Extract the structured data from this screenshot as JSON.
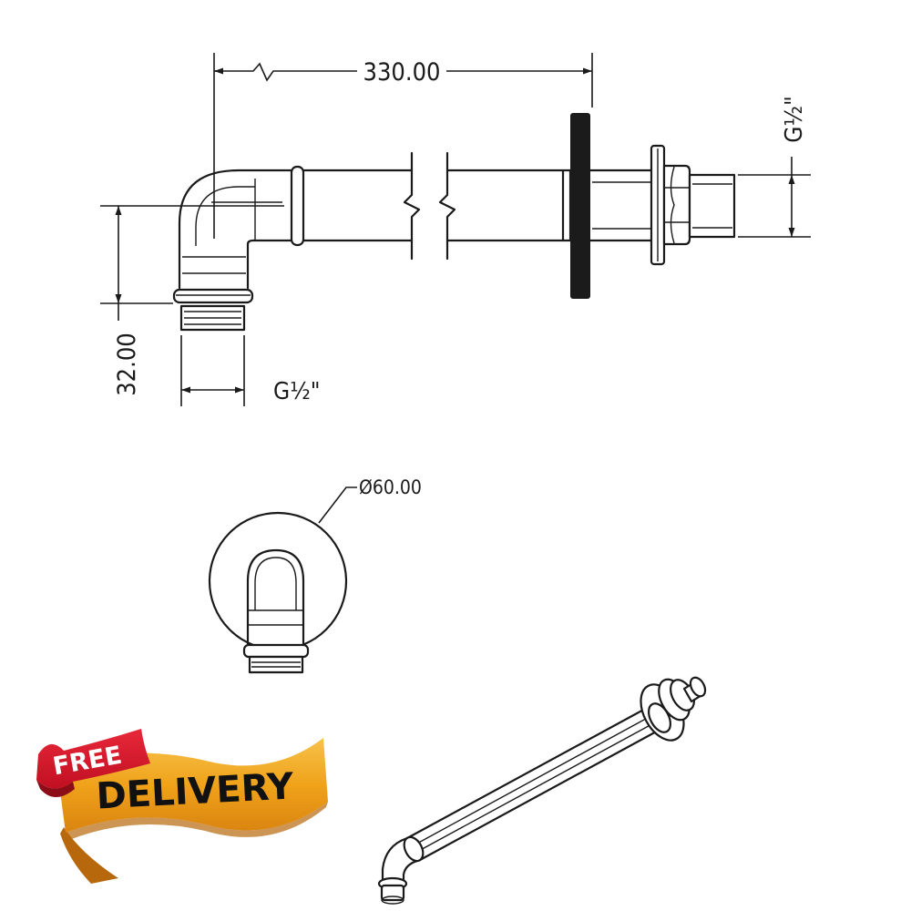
{
  "dimensions": {
    "length": "330.00",
    "elbow_offset": "32.00",
    "outlet_thread": "G½\"",
    "inlet_thread": "G½\"",
    "flange_diameter": "Ø60.00"
  },
  "badge": {
    "top": "FREE",
    "bottom": "DELIVERY",
    "colors": {
      "red": "#d8182b",
      "gold": "#f2a41a",
      "gold_dark": "#b8680c"
    }
  }
}
